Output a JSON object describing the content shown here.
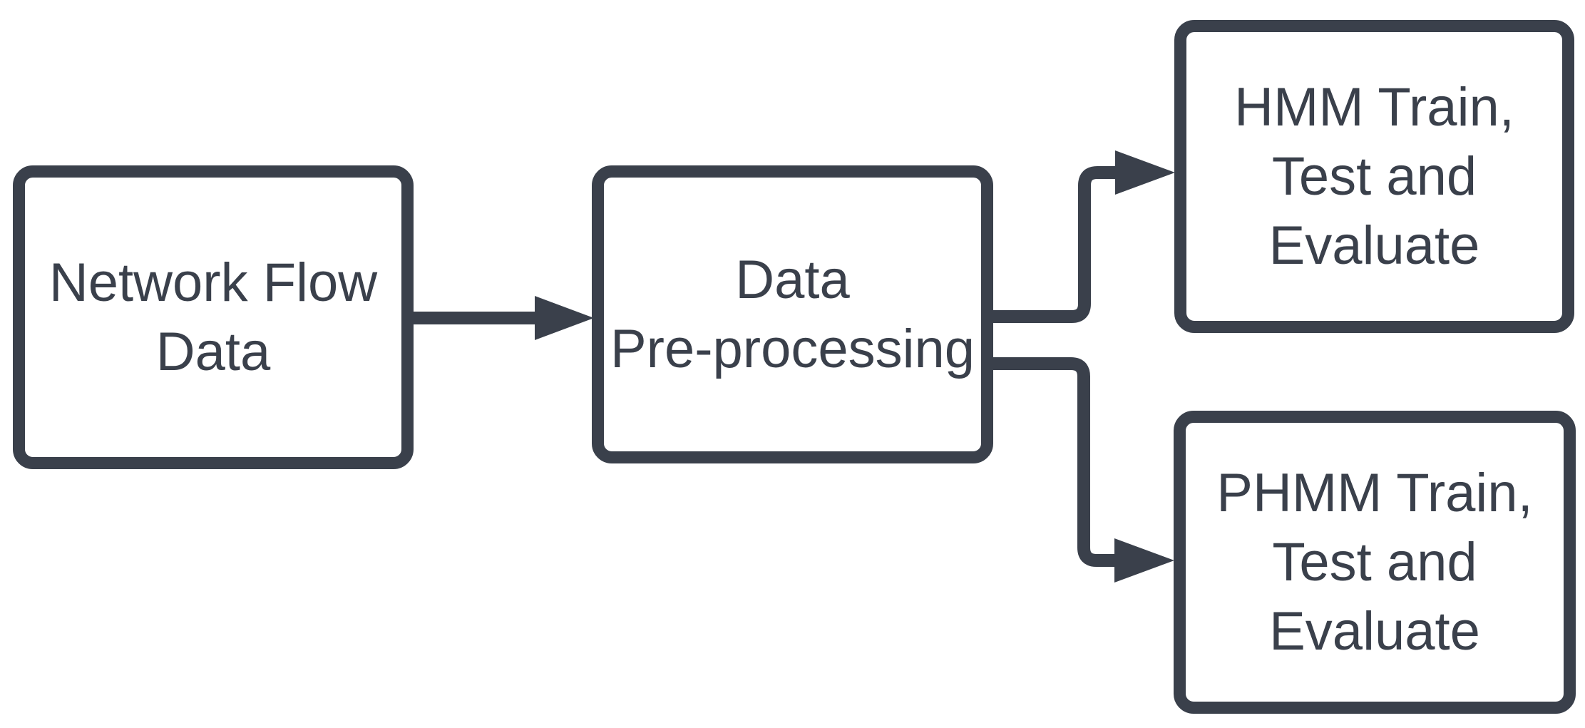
{
  "diagram": {
    "type": "flowchart",
    "ink_color": "#3a404b",
    "background_color": "#ffffff",
    "nodes": [
      {
        "id": "network-flow-data",
        "lines": [
          "Network Flow",
          "Data"
        ]
      },
      {
        "id": "data-preprocessing",
        "lines": [
          "Data",
          "Pre-processing"
        ]
      },
      {
        "id": "hmm-train-test-evaluate",
        "lines": [
          "HMM Train,",
          "Test and",
          "Evaluate"
        ]
      },
      {
        "id": "phmm-train-test-evaluate",
        "lines": [
          "PHMM Train,",
          "Test and",
          "Evaluate"
        ]
      }
    ],
    "edges": [
      {
        "from": "network-flow-data",
        "to": "data-preprocessing"
      },
      {
        "from": "data-preprocessing",
        "to": "hmm-train-test-evaluate"
      },
      {
        "from": "data-preprocessing",
        "to": "phmm-train-test-evaluate"
      }
    ]
  }
}
